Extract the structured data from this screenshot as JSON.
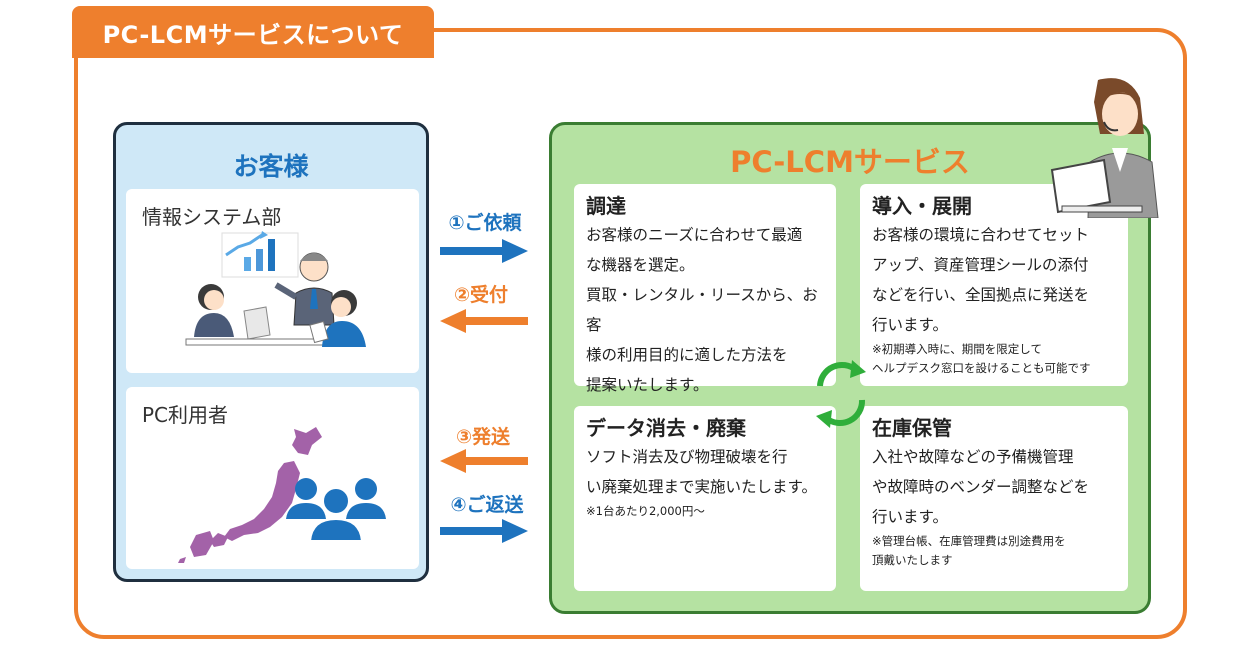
{
  "header": {
    "title": "PC-LCMサービスについて"
  },
  "customer": {
    "title": "お客様",
    "it_department": {
      "label": "情報システム部"
    },
    "pc_users": {
      "label": "PC利用者"
    }
  },
  "flow": {
    "step1": "①ご依頼",
    "step2": "②受付",
    "step3": "③発送",
    "step4": "④ご返送"
  },
  "service": {
    "title": "PC-LCMサービス",
    "procurement": {
      "heading": "調達",
      "body_lines": [
        "お客様のニーズに合わせて最適",
        "な機器を選定。",
        "買取・レンタル・リースから、お客",
        "様の利用目的に適した方法を",
        "提案いたします。"
      ]
    },
    "deployment": {
      "heading": "導入・展開",
      "body_lines": [
        "お客様の環境に合わせてセット",
        "アップ、資産管理シールの添付",
        "などを行い、全国拠点に発送を",
        "行います。"
      ],
      "note_lines": [
        "※初期導入時に、期間を限定して",
        "ヘルプデスク窓口を設けることも可能です"
      ]
    },
    "erasure": {
      "heading": "データ消去・廃棄",
      "body_lines": [
        "ソフト消去及び物理破壊を行",
        "い廃棄処理まで実施いたします。"
      ],
      "note_lines": [
        "※1台あたり2,000円～"
      ]
    },
    "storage": {
      "heading": "在庫保管",
      "body_lines": [
        "入社や故障などの予備機管理",
        "や故障時のベンダー調整などを",
        "行います。"
      ],
      "note_lines": [
        "※管理台帳、在庫管理費は別途費用を",
        "頂戴いたします"
      ]
    }
  },
  "colors": {
    "orange": "#ee7f2d",
    "blue": "#1e73be",
    "green_panel": "#b5e2a2",
    "green_border": "#3a7d32",
    "light_blue_panel": "#cfe8f7",
    "japan_map": "#a362a8"
  },
  "icons": {
    "cycle": "recycle-arrows-icon",
    "operator": "helpdesk-operator-icon",
    "meeting": "meeting-people-icon",
    "map": "japan-map-icon",
    "users": "user-group-icon"
  }
}
